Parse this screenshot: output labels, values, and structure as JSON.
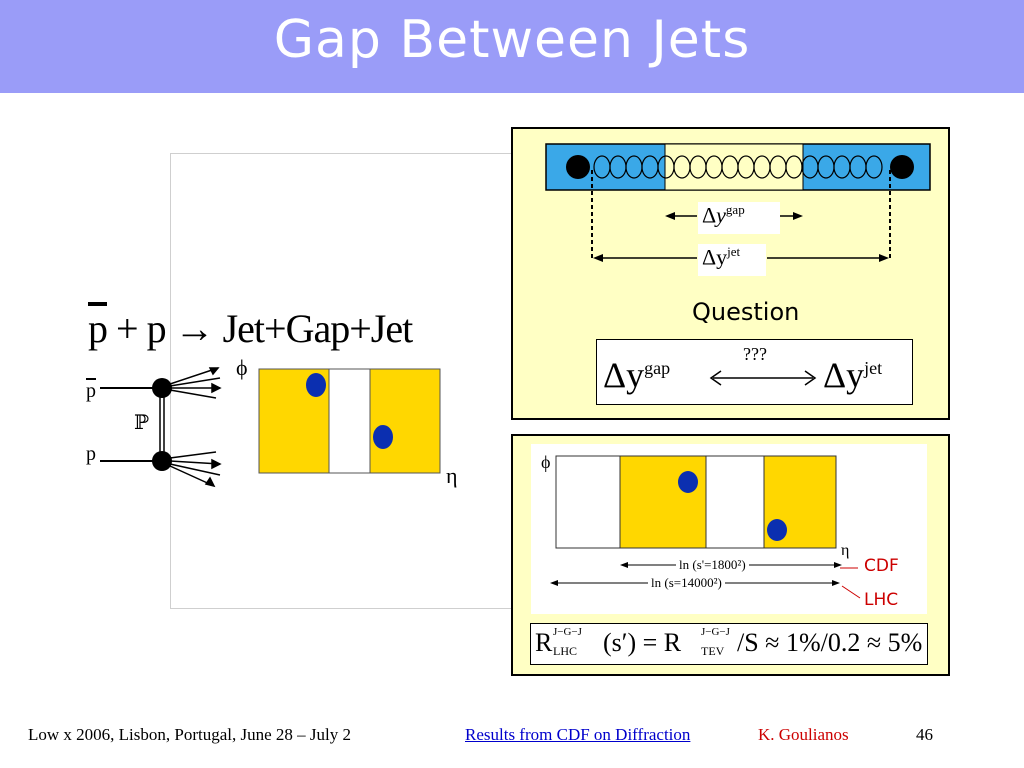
{
  "slide": {
    "title": "Gap Between Jets",
    "colors": {
      "title_bar": "#9a9cf8",
      "gold": "#ffd700",
      "blue_band": "#3aa8e8",
      "dot_blue": "#0b2fb0",
      "panel_bg": "#ffffc4",
      "cdf_red": "#cc0000"
    }
  },
  "left": {
    "equation": {
      "pbar": "p",
      "plus1": "+",
      "p": "p",
      "arrow": "→",
      "jet1": "Jet",
      "plus2": "+",
      "gap": "Gap",
      "plus3": "+",
      "jet2": "Jet"
    },
    "diagram": {
      "pbar_label": "p",
      "pomeron_label": "ℙ",
      "p_label": "p",
      "phi_label": "ϕ",
      "eta_label": "η"
    }
  },
  "top_right": {
    "dy_gap": {
      "delta": "Δ",
      "y": "y",
      "sup": "gap"
    },
    "dy_jet": {
      "delta": "Δ",
      "y": "y",
      "sup": "jet"
    },
    "question_label": "Question",
    "relation": {
      "lhs_delta": "Δ",
      "lhs_y": "y",
      "lhs_sup": "gap",
      "mark": "???",
      "rhs_delta": "Δ",
      "rhs_y": "y",
      "rhs_sup": "jet"
    }
  },
  "bottom_right": {
    "phi_label": "ϕ",
    "eta_label": "η",
    "cdf_range": "ln (s'=1800²)",
    "lhc_range": "ln (s=14000²)",
    "cdf_label": "CDF",
    "lhc_label": "LHC",
    "formula": {
      "R1": "R",
      "sup1": "J−G−J",
      "sub1": "LHC",
      "arg": "(s′) = R",
      "sup2": "J−G−J",
      "sub2": "TEV",
      "tail": "/S ≈ 1%/0.2 ≈ 5%"
    }
  },
  "footer": {
    "conference": "Low x 2006, Lisbon, Portugal, June 28 – July 2",
    "talk_title": "Results from CDF on Diffraction",
    "author": "K. Goulianos",
    "page_number": "46"
  }
}
